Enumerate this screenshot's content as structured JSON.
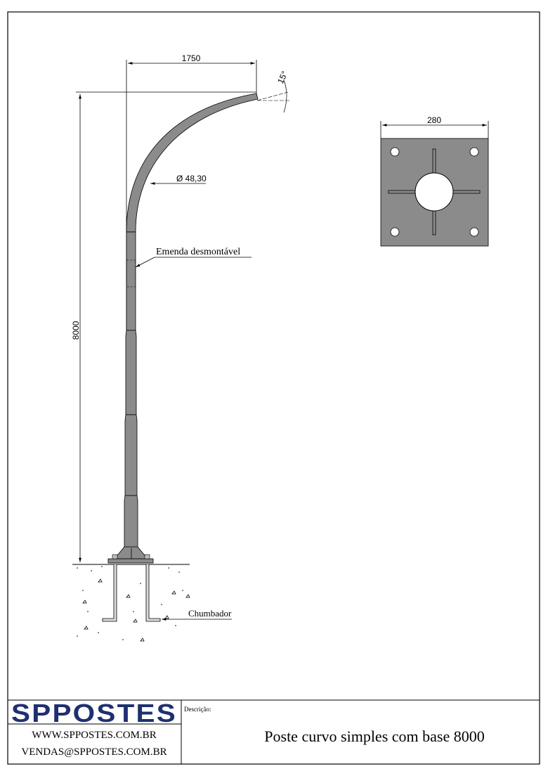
{
  "drawing": {
    "dim_horizontal": "1750",
    "dim_angle": "15°",
    "dim_diameter": "Ø 48,30",
    "dim_height": "8000",
    "label_splice": "Emenda desmontável",
    "label_anchor": "Chumbador",
    "dim_baseplate": "280"
  },
  "title_block": {
    "logo_text": "SPPOSTES",
    "website": "WWW.SPPOSTES.COM.BR",
    "email": "VENDAS@SPPOSTES.COM.BR",
    "description_label": "Descrição:",
    "description": "Poste curvo simples com base 8000"
  },
  "colors": {
    "steel": "#8b8b8b",
    "logo_blue": "#1f3070"
  }
}
